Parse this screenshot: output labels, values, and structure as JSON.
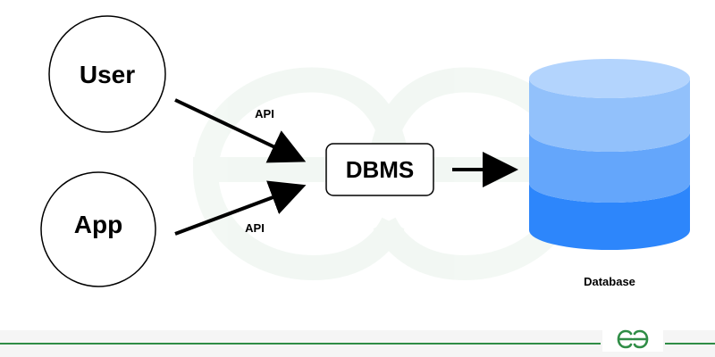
{
  "nodes": {
    "user": {
      "label": "User"
    },
    "app": {
      "label": "App"
    },
    "dbms": {
      "label": "DBMS"
    },
    "database": {
      "label": "Database"
    }
  },
  "edges": {
    "user_to_dbms": {
      "label": "API"
    },
    "app_to_dbms": {
      "label": "API"
    }
  },
  "brand": {
    "logo_text": "GG",
    "line_color": "#2f8d46"
  },
  "colors": {
    "db_top": "#b3d4fd",
    "db_upper": "#92c1fb",
    "db_middle": "#64a6fb",
    "db_bottom": "#2d86fb"
  }
}
